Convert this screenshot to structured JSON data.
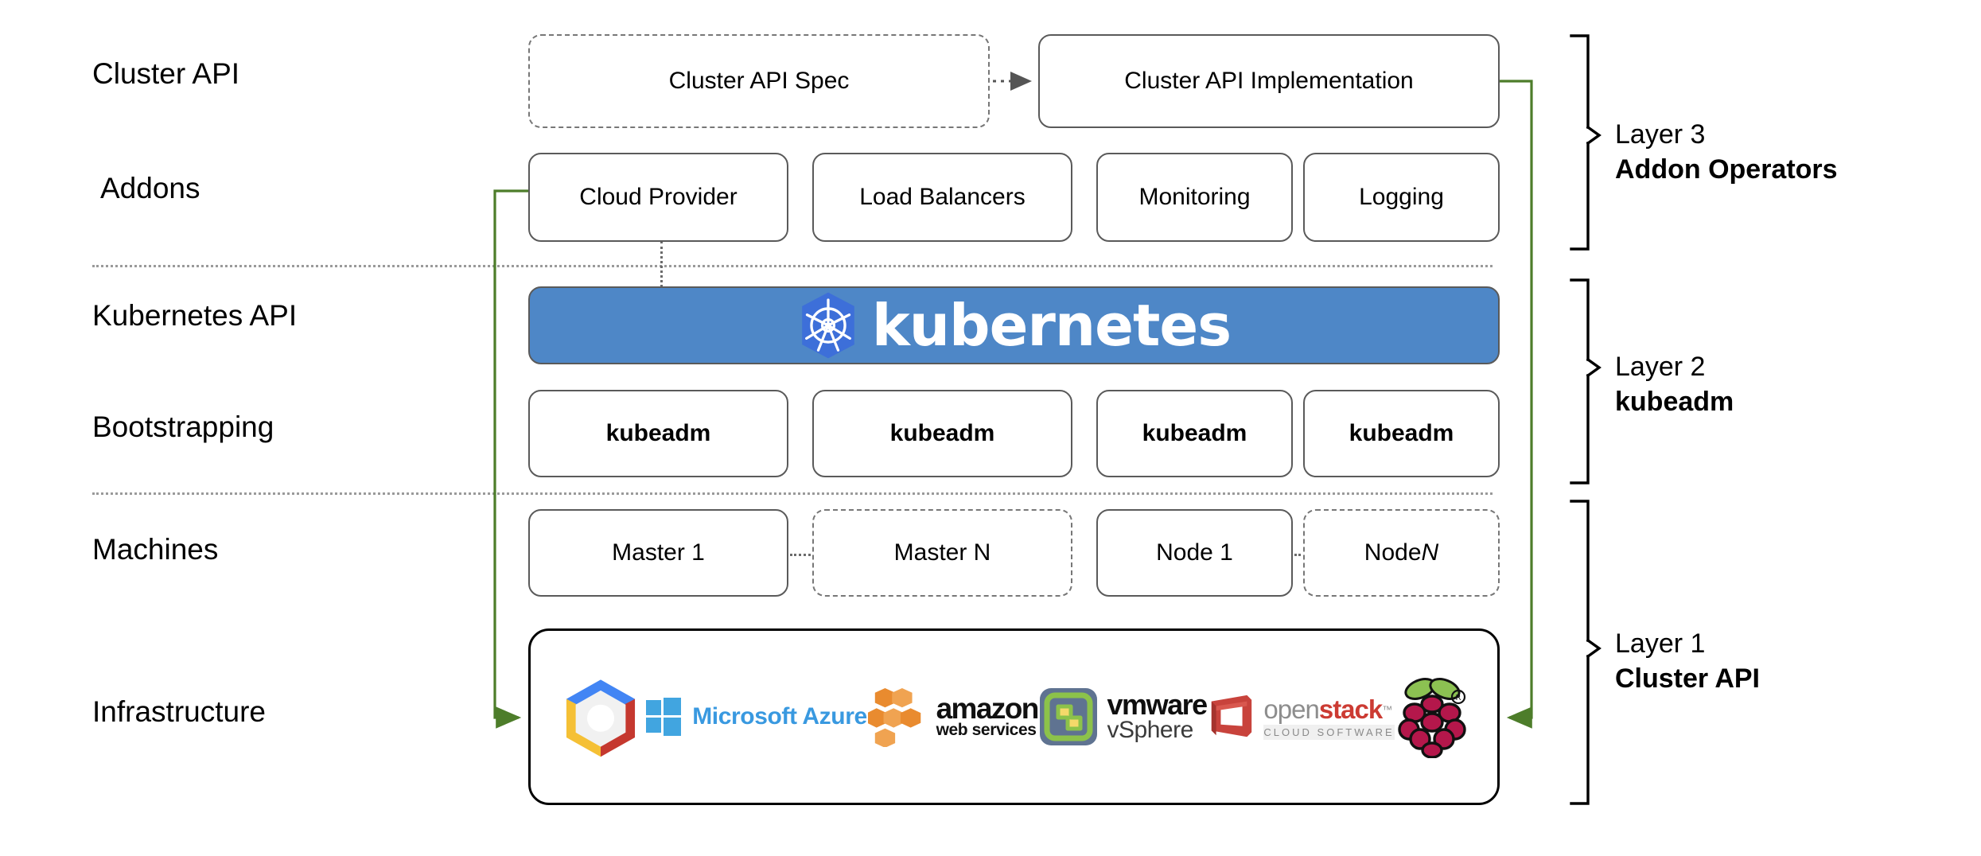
{
  "diagram": {
    "title": "Kubernetes Cluster API layered architecture",
    "accent_green": "#4d7d2a",
    "k8s_blue": "#4e87c7",
    "k8s_logo_blue": "#3d6fd9"
  },
  "row_labels": [
    {
      "id": "cluster-api",
      "text": "Cluster API"
    },
    {
      "id": "addons",
      "text": "Addons"
    },
    {
      "id": "kubernetes-api",
      "text": "Kubernetes API"
    },
    {
      "id": "bootstrapping",
      "text": "Bootstrapping"
    },
    {
      "id": "machines",
      "text": "Machines"
    },
    {
      "id": "infrastructure",
      "text": "Infrastructure"
    }
  ],
  "cluster_api_row": {
    "spec_box": "Cluster API Spec",
    "implementation_box": "Cluster API Implementation"
  },
  "addons_row": {
    "boxes": [
      "Cloud Provider",
      "Load Balancers",
      "Monitoring",
      "Logging"
    ]
  },
  "kubernetes_band": {
    "wordmark": "kubernetes",
    "logo_name": "kubernetes-helm-icon"
  },
  "bootstrapping_row": {
    "boxes": [
      "kubeadm",
      "kubeadm",
      "kubeadm",
      "kubeadm"
    ]
  },
  "machines_row": {
    "boxes": [
      {
        "label": "Master 1",
        "style": "solid"
      },
      {
        "label": "Master N",
        "style": "dashed"
      },
      {
        "label": "Node 1",
        "style": "solid"
      },
      {
        "label_pre": "Node ",
        "label_em": "N",
        "style": "dashed"
      }
    ]
  },
  "infrastructure_row": {
    "logos": [
      {
        "name": "google-cloud-platform-logo",
        "alt": "Google Cloud Platform"
      },
      {
        "name": "microsoft-azure-logo",
        "alt": "Microsoft Azure",
        "text": "Microsoft Azure"
      },
      {
        "name": "amazon-web-services-logo",
        "alt": "amazon web services",
        "text_top": "amazon",
        "text_bottom": "web services"
      },
      {
        "name": "vmware-vsphere-logo",
        "alt": "vmware vSphere",
        "text_top": "vmware",
        "text_bottom": "vSphere"
      },
      {
        "name": "openstack-logo",
        "alt": "openstack cloud software",
        "text_a": "open",
        "text_b": "stack",
        "text_tm": "™",
        "text_sub": "CLOUD SOFTWARE"
      },
      {
        "name": "raspberry-pi-logo",
        "alt": "Raspberry Pi"
      }
    ]
  },
  "layers": [
    {
      "id": "layer-3",
      "number": "Layer 3",
      "name": "Addon Operators"
    },
    {
      "id": "layer-2",
      "number": "Layer 2",
      "name": "kubeadm"
    },
    {
      "id": "layer-1",
      "number": "Layer 1",
      "name": "Cluster API"
    }
  ]
}
